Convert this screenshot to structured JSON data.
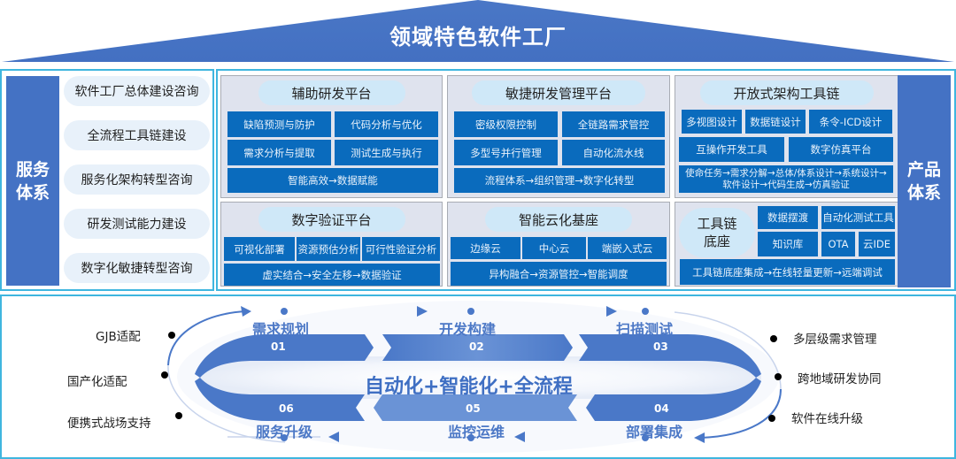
{
  "title": "领域特色软件工厂",
  "service_system": {
    "label": "服务体系",
    "label_lines": [
      "服务",
      "体系"
    ],
    "items": [
      "软件工厂总体建设咨询",
      "全流程工具链建设",
      "服务化架构转型咨询",
      "研发测试能力建设",
      "数字化敏捷转型咨询"
    ]
  },
  "product_system": {
    "label": "产品体系",
    "label_lines": [
      "产品",
      "体系"
    ],
    "platforms": [
      {
        "title": "辅助研发平台",
        "items": [
          "缺陷预测与防护",
          "代码分析与优化",
          "需求分析与提取",
          "测试生成与执行"
        ],
        "summary": "智能高效→数据赋能"
      },
      {
        "title": "敏捷研发管理平台",
        "items": [
          "密级权限控制",
          "全链路需求管控",
          "多型号并行管理",
          "自动化流水线"
        ],
        "summary": "流程体系→组织管理→数字化转型"
      },
      {
        "title": "开放式架构工具链",
        "items": [
          "多视图设计",
          "数据链设计",
          "条令-ICD设计",
          "互操作开发工具",
          "数字仿真平台"
        ],
        "summary": "使命任务→需求分解→总体/体系设计→系统设计→软件设计→代码生成→仿真验证"
      },
      {
        "title": "数字验证平台",
        "items": [
          "可视化部署",
          "资源预估分析",
          "可行性验证分析"
        ],
        "summary": "虚实结合→安全左移→数据验证"
      },
      {
        "title": "智能云化基座",
        "items": [
          "边缘云",
          "中心云",
          "端嵌入式云"
        ],
        "summary": "异构融合→资源管控→智能调度"
      },
      {
        "title": "工具链底座",
        "title_lines": [
          "工具链",
          "底座"
        ],
        "items": [
          "数据摆渡",
          "自动化测试工具",
          "知识库",
          "OTA",
          "云IDE"
        ],
        "summary": "工具链底座集成→在线轻量更新→远端调试"
      }
    ]
  },
  "flow": {
    "center_title": "自动化+智能化+全流程",
    "stages": [
      {
        "num": "01",
        "label": "需求规划"
      },
      {
        "num": "02",
        "label": "开发构建"
      },
      {
        "num": "03",
        "label": "扫描测试"
      },
      {
        "num": "04",
        "label": "部署集成"
      },
      {
        "num": "05",
        "label": "监控运维"
      },
      {
        "num": "06",
        "label": "服务升级"
      }
    ],
    "left_notes": [
      "GJB适配",
      "国产化适配",
      "便携式战场支持"
    ],
    "right_notes": [
      "多层级需求管理",
      "跨地域研发协同",
      "软件在线升级"
    ]
  },
  "colors": {
    "roof": "#4472c4",
    "frame_border": "#3fb6df",
    "side_bar": "#4472c4",
    "box": "#0a6bbd",
    "panel_bg": "#dfe3ee",
    "pill_bg": "#e8f1fa",
    "stage_text": "#4c78c6"
  }
}
